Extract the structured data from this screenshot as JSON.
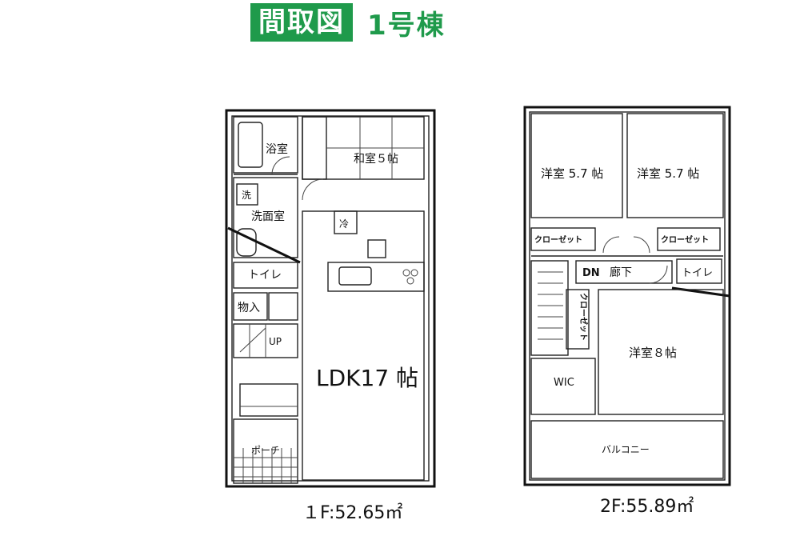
{
  "header": {
    "title": "間取図",
    "building": "1号棟"
  },
  "floor1": {
    "rooms": {
      "bath": "浴室",
      "washroom": "洗面室",
      "washer": "洗",
      "japanese_room": "和室５帖",
      "fridge": "冷",
      "toilet": "トイレ",
      "storage": "物入",
      "up": "UP",
      "ldk": "LDK17 帖",
      "porch": "ポーチ"
    },
    "area_label": "１F:52.65㎡"
  },
  "floor2": {
    "rooms": {
      "western_a": "洋室 5.7 帖",
      "western_b": "洋室 5.7 帖",
      "closet_a": "クローゼット",
      "closet_b": "クローゼット",
      "dn": "DN",
      "hallway": "廊下",
      "toilet": "トイレ",
      "closet_c": "クローゼット",
      "western_main": "洋室８帖",
      "wic": "WIC",
      "balcony": "バルコニー"
    },
    "area_label": "2F:55.89㎡"
  },
  "colors": {
    "header_green": "#1f9a4b",
    "line": "#111111"
  }
}
